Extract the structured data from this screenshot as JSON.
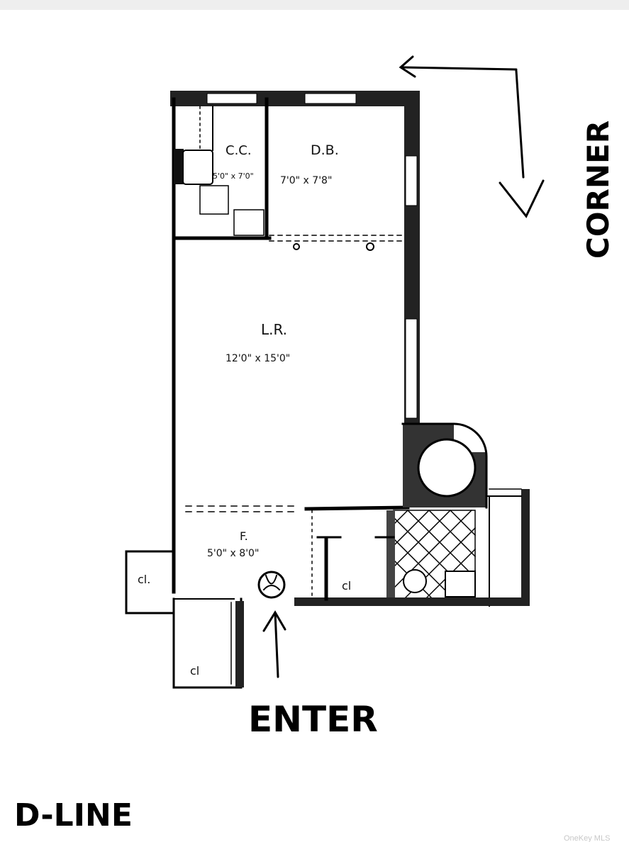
{
  "rooms": {
    "cc": {
      "name": "C.C.",
      "size": "5'0\" x 7'0\""
    },
    "db": {
      "name": "D.B.",
      "size": "7'0\" x 7'8\""
    },
    "lr": {
      "name": "L.R.",
      "size": "12'0\" x 15'0\""
    },
    "foyer": {
      "name": "F.",
      "size": "5'0\" x 8'0\""
    },
    "closet_left": {
      "name": "cl."
    },
    "closet_bottom": {
      "name": "cl"
    },
    "closet_right": {
      "name": "cl"
    }
  },
  "annotations": {
    "corner": "CORNER",
    "enter": "ENTER",
    "line": "D-LINE"
  },
  "watermark": "OneKey MLS",
  "colors": {
    "ink": "#000000",
    "paper": "#ffffff"
  }
}
